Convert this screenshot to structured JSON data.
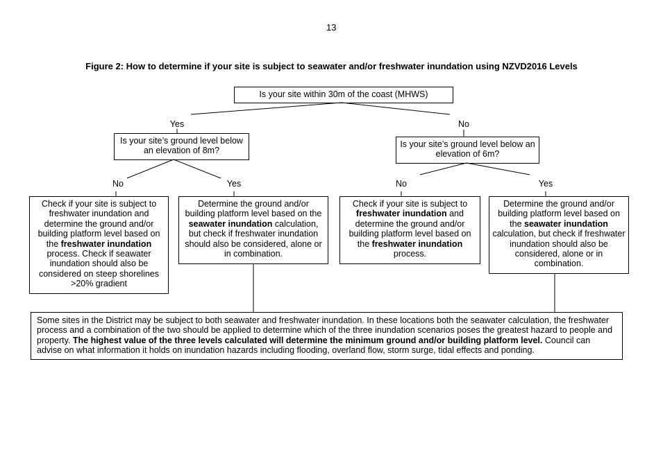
{
  "page_number": "13",
  "figure_title": "Figure 2: How to determine if your site is subject to seawater and/or freshwater inundation using NZVD2016 Levels",
  "q1": "Is your site within 30m of the coast (MHWS)",
  "q1_yes": "Yes",
  "q1_no": "No",
  "q2_left": "Is your site’s ground level below an elevation of 8m?",
  "q2_right": "Is your site’s ground level below an elevation of 6m?",
  "left_no": "No",
  "left_yes": "Yes",
  "right_no": "No",
  "right_yes": "Yes",
  "box_a": {
    "t1": "Check if your site is subject to freshwater inundation and determine the ground and/or building platform level based on the ",
    "b1": "freshwater inundation",
    "t2": " process. Check if seawater inundation should also be considered on steep shorelines >20% gradient"
  },
  "box_b": {
    "t1": "Determine the ground and/or building platform level based on the ",
    "b1": "seawater inundation",
    "t2": " calculation, but check if freshwater inundation should also be considered, alone or in combination."
  },
  "box_c": {
    "t1": "Check if your site is subject to ",
    "b1": "freshwater inundation",
    "t2": " and determine the ground and/or building platform level based on the ",
    "b2": "freshwater inundation",
    "t3": " process."
  },
  "box_d": {
    "t1": "Determine the ground and/or building platform level based on the ",
    "b1": "seawater inundation",
    "t2": " calculation, but check if freshwater inundation should also be considered, alone or in combination."
  },
  "note": {
    "t1": "Some sites in the District may be subject to both seawater and freshwater inundation. In these locations both the seawater calculation, the freshwater process and a combination of the two should be applied to determine which of the three inundation scenarios poses the greatest hazard to people and property. ",
    "b1": "The highest value of the three levels calculated will determine the minimum ground and/or building platform level.",
    "t2": " Council can advise on what information it holds on inundation hazards including flooding, overland flow, storm surge, tidal effects and ponding."
  }
}
